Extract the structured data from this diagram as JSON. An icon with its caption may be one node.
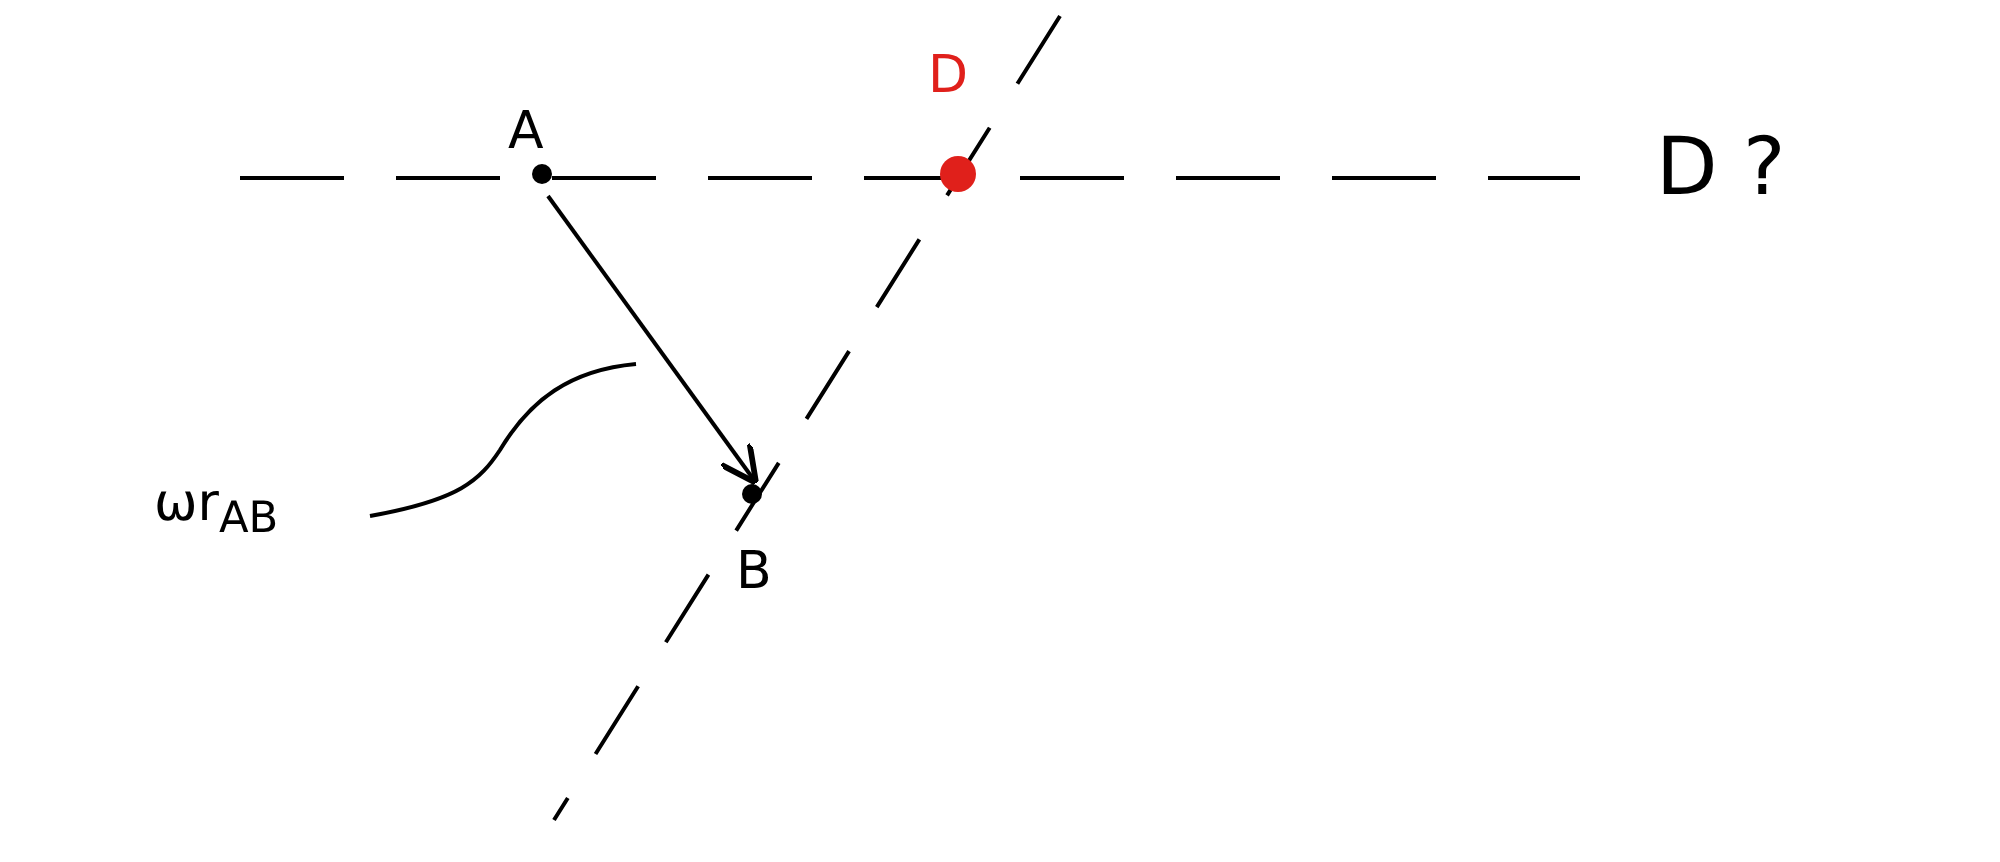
{
  "diagram": {
    "nodes": [
      {
        "text": [
          "A"
        ]
      },
      {
        "text": [
          "D"
        ]
      },
      {
        "text": [
          "B"
        ]
      },
      {
        "text": [
          "ωr$_{AB}$"
        ]
      }
    ],
    "edges": [
      {
        "from": 0,
        "to": 2,
        "arrow": "to"
      },
      {
        "from": 3,
        "to": null,
        "arrow": "none"
      }
    ],
    "labels": [
      "D ?"
    ]
  }
}
